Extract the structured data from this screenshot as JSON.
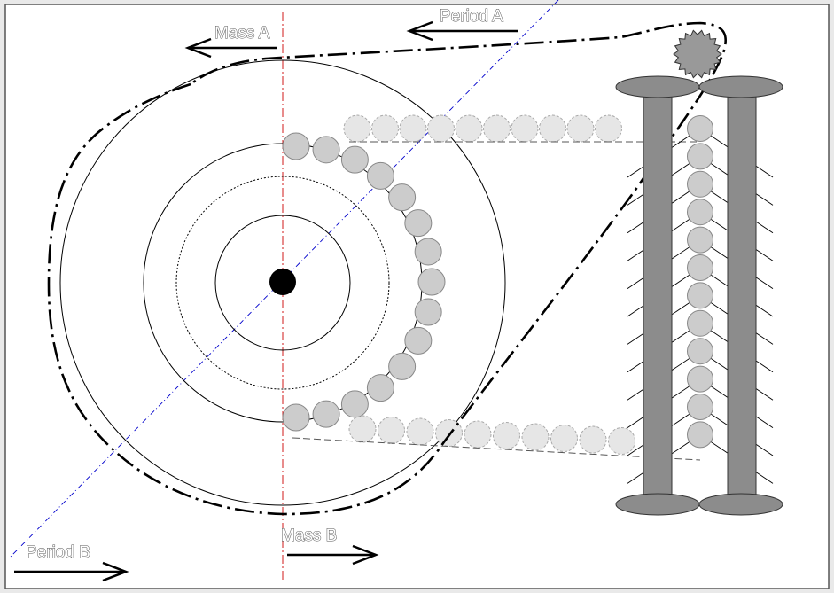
{
  "labels": {
    "mass_a": "Mass A",
    "period_a": "Period A",
    "mass_b": "Mass B",
    "period_b": "Period B"
  },
  "colors": {
    "background": "#ffffff",
    "outer_bg": "#e9e9e9",
    "bead": "#cccccc",
    "bead_ghost": "#e6e6e6",
    "post": "#8c8c8c",
    "gear": "#999999",
    "axis_vertical": "#cc0000",
    "axis_diagonal": "#0000cc",
    "ink": "#000000"
  },
  "icons": {
    "gear": "gear-icon",
    "arrow_left": "arrow-left-icon",
    "arrow_right": "arrow-right-icon",
    "pivot": "pivot-dot"
  }
}
